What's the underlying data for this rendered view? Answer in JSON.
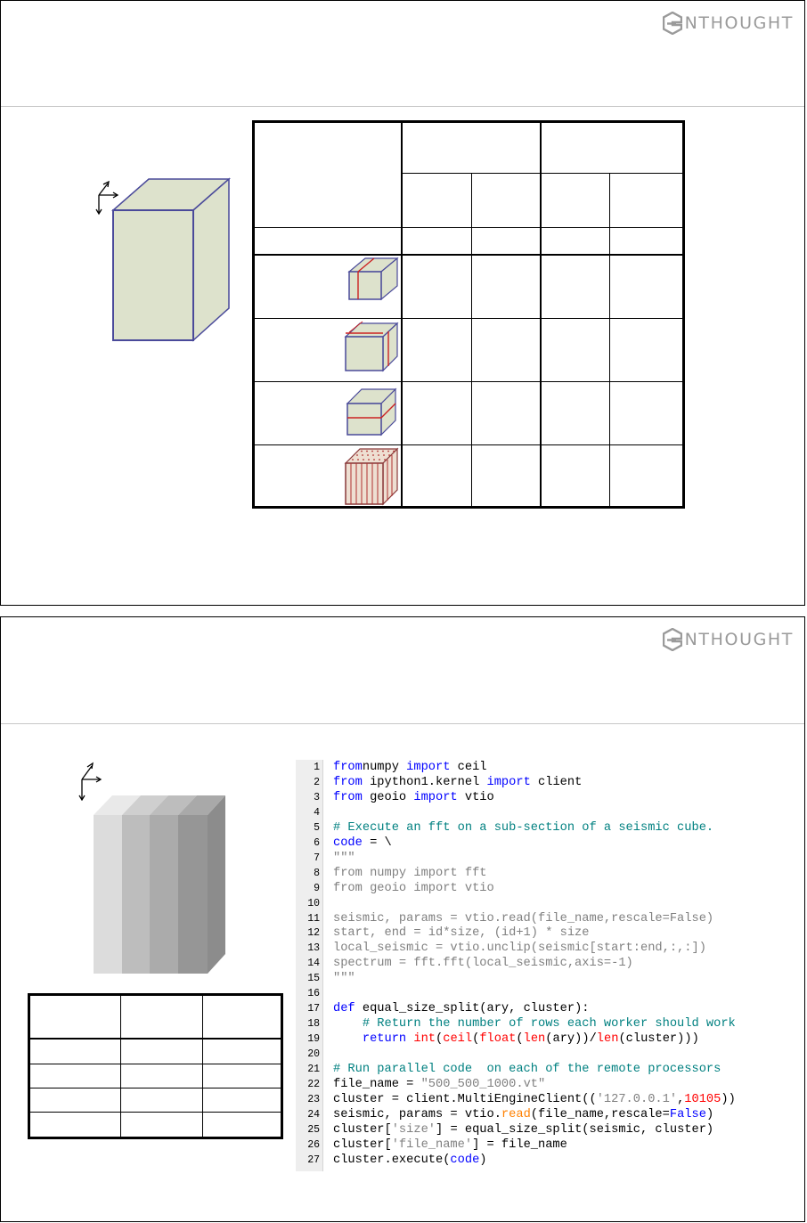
{
  "logo": {
    "text": "NTHOUGHT",
    "mark": "E-logo-icon"
  },
  "slide1": {
    "arrow_icon": "axes-icon",
    "cube_fill": "#dde2cc",
    "cube_stroke": "#4a4a9a",
    "slice_color": "#cc2222"
  },
  "slide2": {
    "slab_colors": [
      "#dcdcdc",
      "#bdbdbd",
      "#ababab",
      "#969696"
    ]
  },
  "code_lines": [
    [
      [
        "kw",
        "from"
      ],
      [
        "",
        "numpy "
      ],
      [
        "kw",
        "import"
      ],
      [
        "",
        " ceil"
      ]
    ],
    [
      [
        "kw",
        "from"
      ],
      [
        "",
        " ipython1.kernel "
      ],
      [
        "kw",
        "import"
      ],
      [
        "",
        " client"
      ]
    ],
    [
      [
        "kw",
        "from"
      ],
      [
        "",
        " geoio "
      ],
      [
        "kw",
        "import"
      ],
      [
        "",
        " vtio"
      ]
    ],
    [],
    [
      [
        "cm",
        "# Execute an fft on a sub-section of a seismic cube."
      ]
    ],
    [
      [
        "kw",
        "code"
      ],
      [
        "",
        " = \\"
      ]
    ],
    [
      [
        "st",
        "\"\"\""
      ]
    ],
    [
      [
        "st",
        "from numpy import fft"
      ]
    ],
    [
      [
        "st",
        "from geoio import vtio"
      ]
    ],
    [],
    [
      [
        "st",
        "seismic, params = vtio.read(file_name,rescale=False)"
      ]
    ],
    [
      [
        "st",
        "start, end = id*size, (id+1) * size"
      ]
    ],
    [
      [
        "st",
        "local_seismic = vtio.unclip(seismic[start:end,:,:])"
      ]
    ],
    [
      [
        "st",
        "spectrum = fft.fft(local_seismic,axis=-1)"
      ]
    ],
    [
      [
        "st",
        "\"\"\""
      ]
    ],
    [],
    [
      [
        "kw",
        "def"
      ],
      [
        "",
        " equal_size_split(ary, cluster):"
      ]
    ],
    [
      [
        "",
        "    "
      ],
      [
        "cm",
        "# Return the number of rows each worker should work"
      ]
    ],
    [
      [
        "",
        "    "
      ],
      [
        "kw",
        "return"
      ],
      [
        "",
        " "
      ],
      [
        "fn",
        "int"
      ],
      [
        "",
        "("
      ],
      [
        "fn",
        "ceil"
      ],
      [
        "",
        "("
      ],
      [
        "fn",
        "float"
      ],
      [
        "",
        "("
      ],
      [
        "fn",
        "len"
      ],
      [
        "",
        "(ary))/"
      ],
      [
        "fn",
        "len"
      ],
      [
        "",
        "(cluster)))"
      ]
    ],
    [],
    [
      [
        "cm",
        "# Run parallel code  on each of the remote processors"
      ]
    ],
    [
      [
        "",
        "file_name = "
      ],
      [
        "st",
        "\"500_500_1000.vt\""
      ]
    ],
    [
      [
        "",
        "cluster = client.MultiEngineClient(("
      ],
      [
        "st",
        "'127.0.0.1'"
      ],
      [
        "",
        ","
      ],
      [
        "nm",
        "10105"
      ],
      [
        "",
        "))"
      ]
    ],
    [
      [
        "",
        "seismic, params = vtio."
      ],
      [
        "rd",
        "read"
      ],
      [
        "",
        "(file_name,rescale="
      ],
      [
        "kw",
        "False"
      ],
      [
        "",
        ")"
      ]
    ],
    [
      [
        "",
        "cluster["
      ],
      [
        "st",
        "'size'"
      ],
      [
        "",
        "] = equal_size_split(seismic, cluster)"
      ]
    ],
    [
      [
        "",
        "cluster["
      ],
      [
        "st",
        "'file_name'"
      ],
      [
        "",
        "] = file_name"
      ]
    ],
    [
      [
        "",
        "cluster.execute("
      ],
      [
        "kw",
        "code"
      ],
      [
        "",
        ")"
      ]
    ]
  ]
}
